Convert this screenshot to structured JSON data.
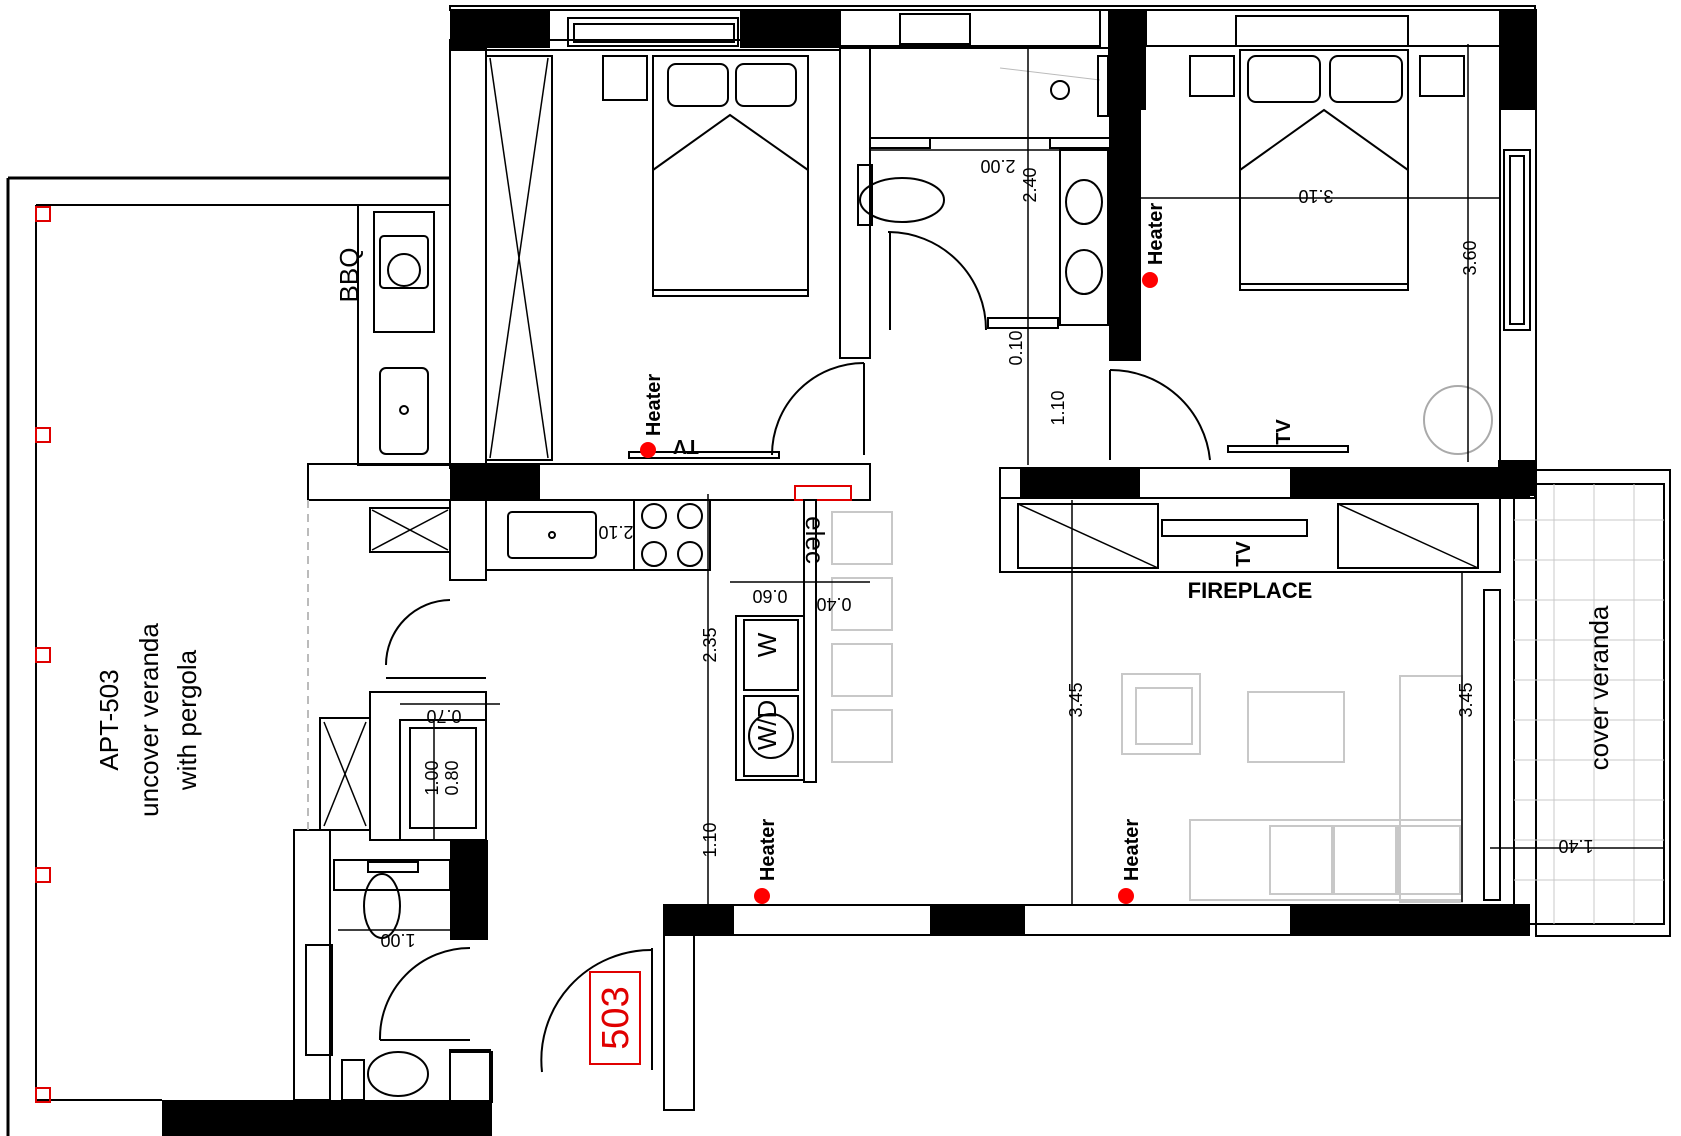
{
  "apartment": {
    "title": "APT-503",
    "veranda_uncovered": "uncover veranda",
    "pergola": "with pergola",
    "unit_number": "503"
  },
  "labels": {
    "bbq": "BBQ",
    "fireplace": "FIREPLACE",
    "cover_veranda": "cover veranda",
    "elec": "elec",
    "tv": "TV",
    "heater": "Heater",
    "wd": "W/D",
    "w": "W"
  },
  "dimensions": {
    "bath_width": "2.00",
    "bath_height": "2.40",
    "bed2_width": "3.10",
    "bed2_height": "3.60",
    "small_gap": "0.10",
    "hall_1": "1.10",
    "counter": "2.10",
    "kitchen_060": "0.60",
    "kitchen_040": "0.40",
    "laundry_depth": "2.35",
    "wc_070": "0.70",
    "closet_100": "1.00",
    "closet_080": "0.80",
    "wc_width": "1.00",
    "living_left": "3.45",
    "living_right": "3.45",
    "hall_2": "1.10",
    "veranda_width": "1.40"
  },
  "colors": {
    "heater_dot": "#ff0000",
    "marker": "#e00000",
    "wall": "#000000",
    "furniture": "#aaaaaa"
  }
}
